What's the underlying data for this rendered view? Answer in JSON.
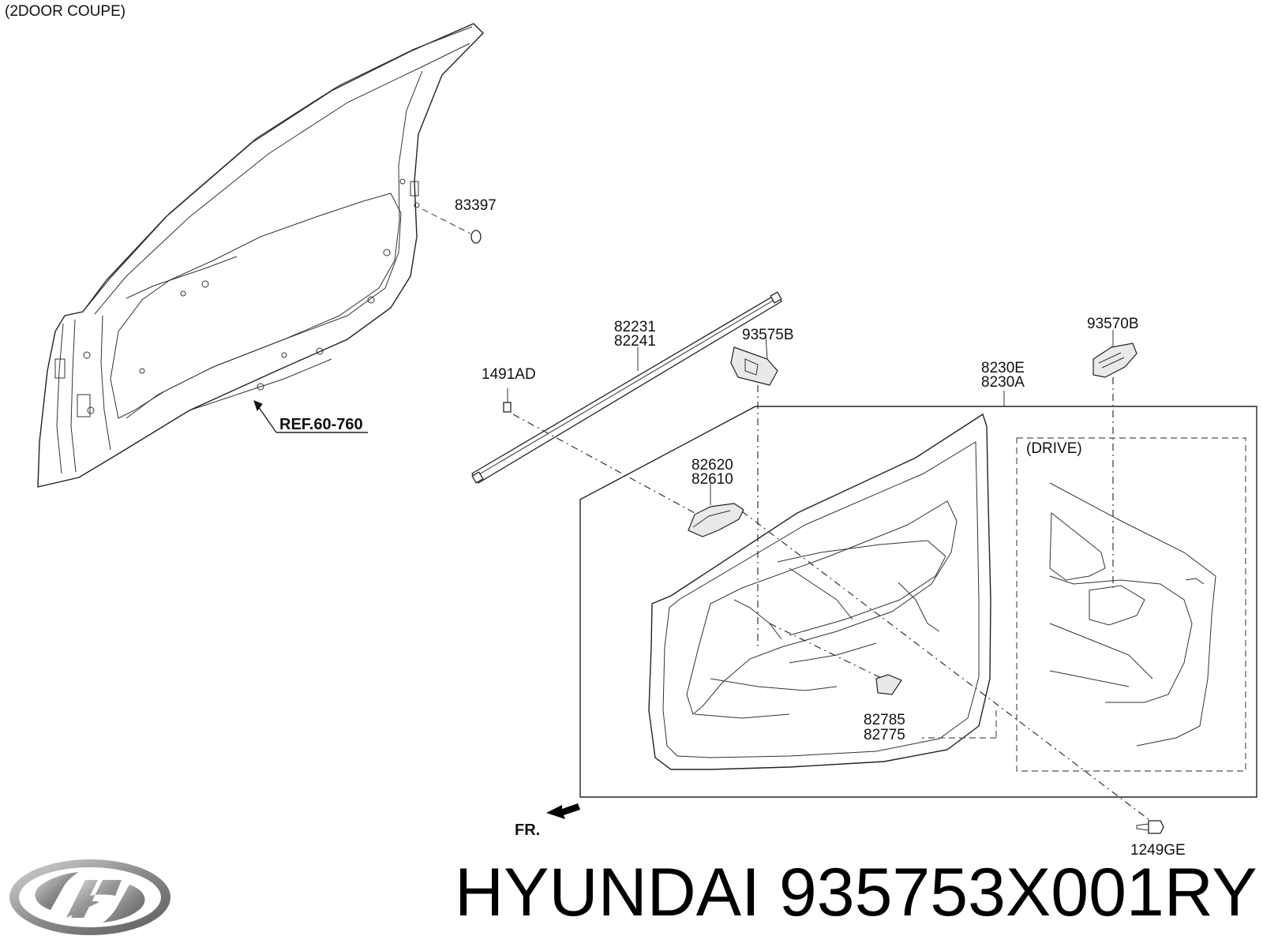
{
  "variant_label": "(2DOOR COUPE)",
  "ref_label": "REF.60-760",
  "drive_label": "(DRIVE)",
  "direction_label": "FR.",
  "part_labels": {
    "p83397": "83397",
    "p82231": "82231",
    "p82241": "82241",
    "p93575b": "93575B",
    "p93570b": "93570B",
    "p1491ad": "1491AD",
    "p8230e": "8230E",
    "p8230a": "8230A",
    "p82620": "82620",
    "p82610": "82610",
    "p82785": "82785",
    "p82775": "82775",
    "p1249ge": "1249GE"
  },
  "brand_title": "HYUNDAI 935753X001RY",
  "logo": {
    "icon": "hyundai-logo",
    "color": "#8a8a8a"
  }
}
